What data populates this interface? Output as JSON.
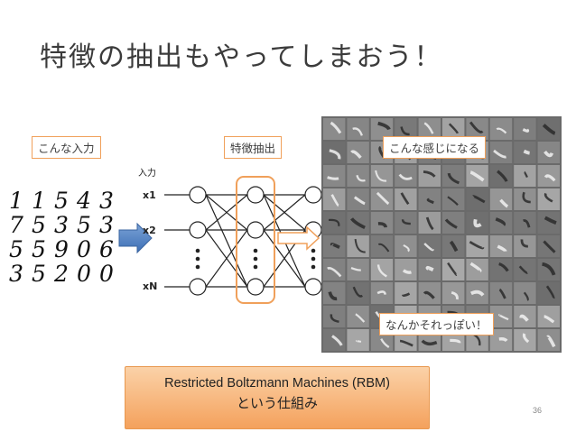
{
  "slide": {
    "title": "特徴の抽出もやってしまおう！",
    "callouts": {
      "input": "こんな入力",
      "feature": "特徴抽出",
      "result": "こんな感じになる",
      "looks_like": "なんかそれっぽい！"
    },
    "digits": [
      [
        "1",
        "1",
        "5",
        "4",
        "3"
      ],
      [
        "7",
        "5",
        "3",
        "5",
        "3"
      ],
      [
        "5",
        "5",
        "9",
        "0",
        "6"
      ],
      [
        "3",
        "5",
        "2",
        "0",
        "0"
      ]
    ],
    "network": {
      "input_label": "入力",
      "node_labels": [
        "x1",
        "x2",
        "xN"
      ]
    },
    "rbm": {
      "line1": "Restricted Boltzmann Machines (RBM)",
      "line2": "という仕組み"
    },
    "page_number": "36",
    "colors": {
      "callout_border": "#f0a05a",
      "arrow_blue": "#4f81bd",
      "rbm_fill": "#f4a15c"
    }
  }
}
